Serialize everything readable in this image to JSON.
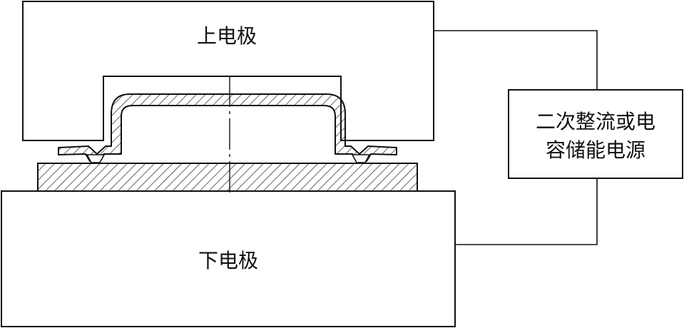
{
  "labels": {
    "upper_electrode": "上电极",
    "lower_electrode": "下电极",
    "power_line1": "二次整流或电",
    "power_line2": "容储能电源"
  },
  "colors": {
    "stroke": "#111111",
    "fill": "#ffffff"
  }
}
